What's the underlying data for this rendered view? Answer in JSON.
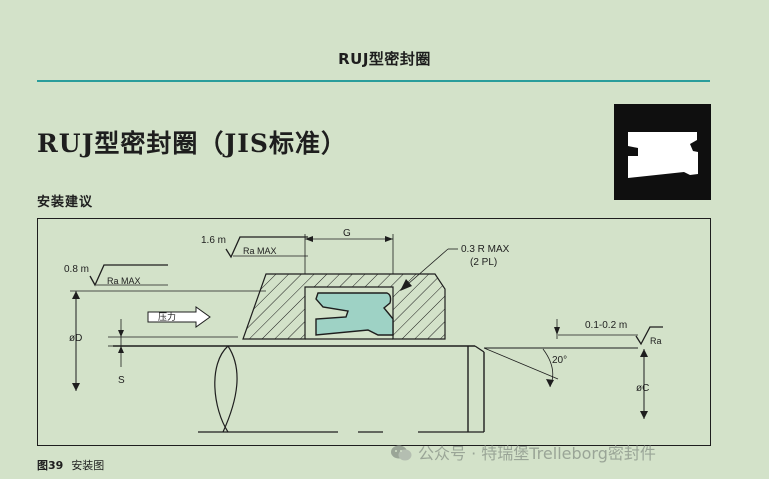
{
  "header": {
    "title": "RUJ型密封圈"
  },
  "page": {
    "title": "RUJ型密封圈（JIS标准）"
  },
  "section": {
    "heading": "安装建议"
  },
  "icon": {
    "name": "seal-profile-icon"
  },
  "diagram": {
    "labels": {
      "ra_1_6": "1.6 m",
      "ra_max_1": "Ra MAX",
      "g": "G",
      "radius": "0.3 R MAX",
      "radius_note": "(2 PL)",
      "ra_0_8": "0.8 m",
      "ra_max_2": "Ra MAX",
      "pressure": "压力",
      "od": "øD",
      "s": "S",
      "ra_0102": "0.1-0.2 m",
      "ra": "Ra",
      "angle": "20°",
      "oc": "øC"
    }
  },
  "caption": {
    "figure": "图39",
    "text": "安装图"
  },
  "watermark": {
    "text": "公众号 · 特瑞堡Trelleborg密封件"
  },
  "colors": {
    "background": "#d3e2c9",
    "accent_rule": "#2a9d9b",
    "seal_fill": "#9ed2c5"
  }
}
